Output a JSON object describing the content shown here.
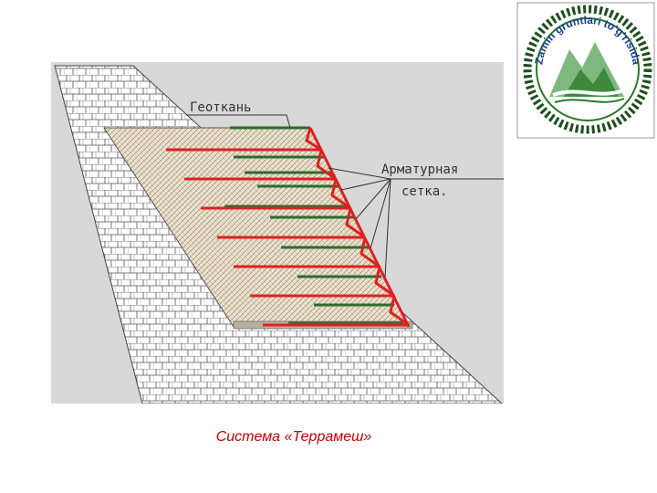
{
  "labels": {
    "geotextile": "Геоткань",
    "mesh_line1": "Арматурная",
    "mesh_line2": "сетка."
  },
  "caption": "Система «Террамеш»",
  "logo": {
    "text": "Zamin gruntlari to'g'risida",
    "icon": "mountain-road-emblem"
  },
  "colors": {
    "background_panel": "#d8d8d8",
    "soil_backfill": "#e8dcc8",
    "geotextile_green": "#2e6b2e",
    "mesh_red": "#e02020",
    "caption_red": "#c00000",
    "leader_lines": "#333333"
  }
}
